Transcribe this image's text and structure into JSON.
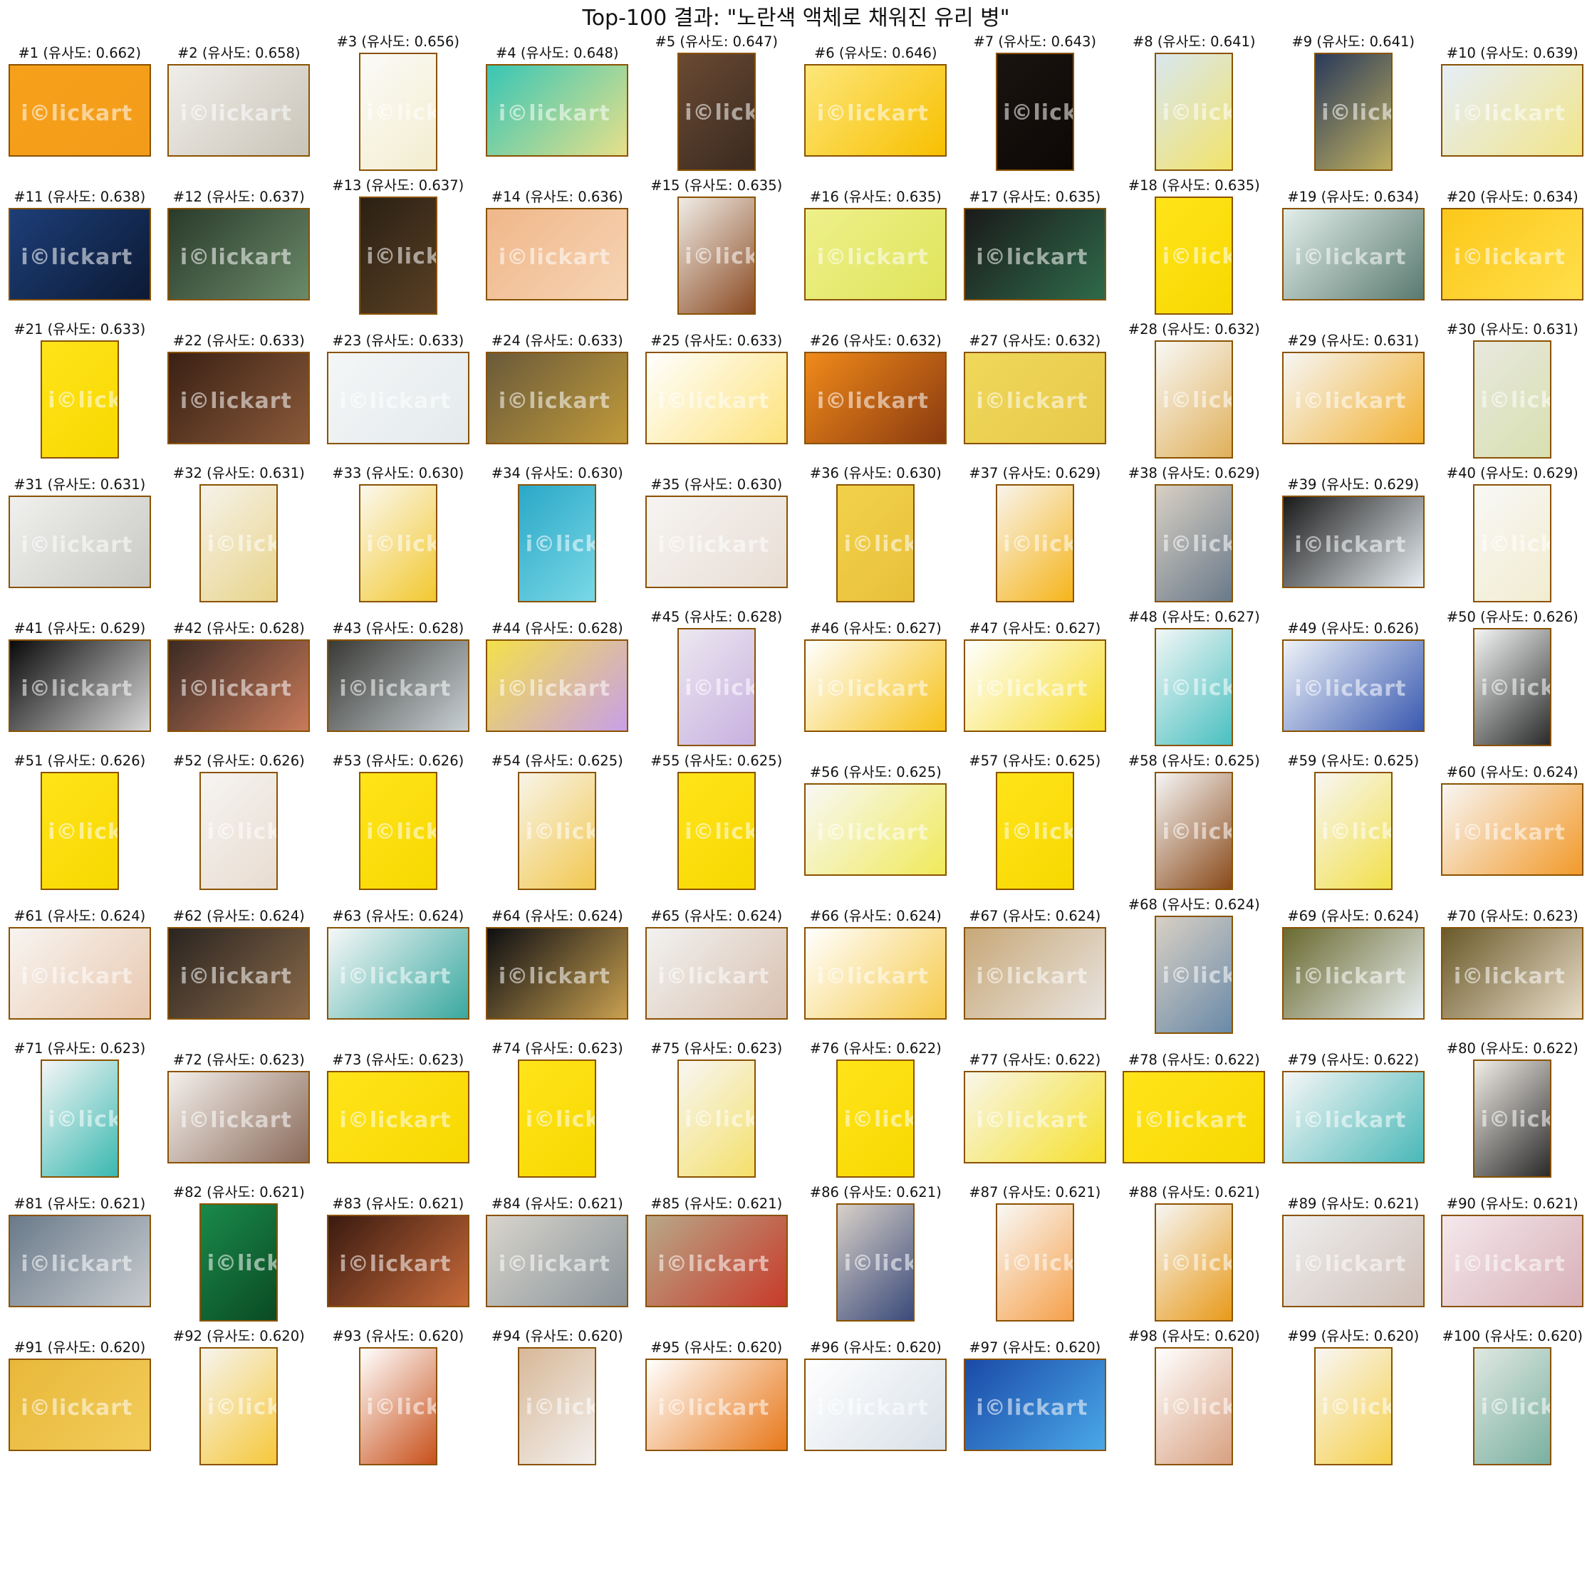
{
  "title": "Top-100 결과: \"노란색 액체로 채워진 유리 병\"",
  "results": [
    {
      "rank": "#1",
      "label": "#1 (유사도: 0.662)",
      "orient": "land",
      "fill": [
        "#f7a01a",
        "#f39c1a"
      ]
    },
    {
      "rank": "#2",
      "label": "#2 (유사도: 0.658)",
      "orient": "land",
      "fill": [
        "#f0eeea",
        "#c9c4b8"
      ]
    },
    {
      "rank": "#3",
      "label": "#3 (유사도: 0.656)",
      "orient": "port",
      "fill": [
        "#fbfbf8",
        "#f3edcf"
      ]
    },
    {
      "rank": "#4",
      "label": "#4 (유사도: 0.648)",
      "orient": "land",
      "fill": [
        "#38c6b5",
        "#e6e08a"
      ]
    },
    {
      "rank": "#5",
      "label": "#5 (유사도: 0.647)",
      "orient": "port",
      "fill": [
        "#6a4a33",
        "#3a2a20"
      ]
    },
    {
      "rank": "#6",
      "label": "#6 (유사도: 0.646)",
      "orient": "land",
      "fill": [
        "#fde67a",
        "#f7c000"
      ]
    },
    {
      "rank": "#7",
      "label": "#7 (유사도: 0.643)",
      "orient": "port",
      "fill": [
        "#1a1410",
        "#0c0806"
      ]
    },
    {
      "rank": "#8",
      "label": "#8 (유사도: 0.641)",
      "orient": "port",
      "fill": [
        "#d9e7ef",
        "#f2e36a"
      ]
    },
    {
      "rank": "#9",
      "label": "#9 (유사도: 0.641)",
      "orient": "port",
      "fill": [
        "#2a3a5a",
        "#c0b060"
      ]
    },
    {
      "rank": "#10",
      "label": "#10 (유사도: 0.639)",
      "orient": "land",
      "fill": [
        "#e5eef7",
        "#f2e58a"
      ]
    },
    {
      "rank": "#11",
      "label": "#11 (유사도: 0.638)",
      "orient": "land",
      "fill": [
        "#1d3e78",
        "#0c1a34"
      ]
    },
    {
      "rank": "#12",
      "label": "#12 (유사도: 0.637)",
      "orient": "land",
      "fill": [
        "#2a3a2a",
        "#6a8a6a"
      ]
    },
    {
      "rank": "#13",
      "label": "#13 (유사도: 0.637)",
      "orient": "port",
      "fill": [
        "#2a2014",
        "#5a4024"
      ]
    },
    {
      "rank": "#14",
      "label": "#14 (유사도: 0.636)",
      "orient": "land",
      "fill": [
        "#f0b78a",
        "#f6d4b4"
      ]
    },
    {
      "rank": "#15",
      "label": "#15 (유사도: 0.635)",
      "orient": "port",
      "fill": [
        "#f0ece6",
        "#8a4a22"
      ]
    },
    {
      "rank": "#16",
      "label": "#16 (유사도: 0.635)",
      "orient": "land",
      "fill": [
        "#eef08a",
        "#dfe45a"
      ]
    },
    {
      "rank": "#17",
      "label": "#17 (유사도: 0.635)",
      "orient": "land",
      "fill": [
        "#1a1a1a",
        "#2f6a4a"
      ]
    },
    {
      "rank": "#18",
      "label": "#18 (유사도: 0.635)",
      "orient": "port",
      "fill": [
        "#ffe41a",
        "#f7d800"
      ]
    },
    {
      "rank": "#19",
      "label": "#19 (유사도: 0.634)",
      "orient": "land",
      "fill": [
        "#e2eeea",
        "#5a7a70"
      ]
    },
    {
      "rank": "#20",
      "label": "#20 (유사도: 0.634)",
      "orient": "land",
      "fill": [
        "#fcc81a",
        "#ffdf4a"
      ]
    },
    {
      "rank": "#21",
      "label": "#21 (유사도: 0.633)",
      "orient": "port",
      "fill": [
        "#ffe41a",
        "#f7d800"
      ]
    },
    {
      "rank": "#22",
      "label": "#22 (유사도: 0.633)",
      "orient": "land",
      "fill": [
        "#3a2014",
        "#8a5a3a"
      ]
    },
    {
      "rank": "#23",
      "label": "#23 (유사도: 0.633)",
      "orient": "land",
      "fill": [
        "#f4f6f7",
        "#e4eaec"
      ]
    },
    {
      "rank": "#24",
      "label": "#24 (유사도: 0.633)",
      "orient": "land",
      "fill": [
        "#6a5a3a",
        "#c09a3a"
      ]
    },
    {
      "rank": "#25",
      "label": "#25 (유사도: 0.633)",
      "orient": "land",
      "fill": [
        "#ffffff",
        "#fde27a"
      ]
    },
    {
      "rank": "#26",
      "label": "#26 (유사도: 0.632)",
      "orient": "land",
      "fill": [
        "#f08a1a",
        "#8a3a10"
      ]
    },
    {
      "rank": "#27",
      "label": "#27 (유사도: 0.632)",
      "orient": "land",
      "fill": [
        "#f0d85a",
        "#e6c84a"
      ]
    },
    {
      "rank": "#28",
      "label": "#28 (유사도: 0.632)",
      "orient": "port",
      "fill": [
        "#f8f8f6",
        "#e0b05a"
      ]
    },
    {
      "rank": "#29",
      "label": "#29 (유사도: 0.631)",
      "orient": "land",
      "fill": [
        "#f6f6f4",
        "#f2b030"
      ]
    },
    {
      "rank": "#30",
      "label": "#30 (유사도: 0.631)",
      "orient": "port",
      "fill": [
        "#e8e8de",
        "#d8e0b0"
      ]
    },
    {
      "rank": "#31",
      "label": "#31 (유사도: 0.631)",
      "orient": "land",
      "fill": [
        "#f0f0ee",
        "#c8c8c4"
      ]
    },
    {
      "rank": "#32",
      "label": "#32 (유사도: 0.631)",
      "orient": "port",
      "fill": [
        "#f6f2ea",
        "#e8d48a"
      ]
    },
    {
      "rank": "#33",
      "label": "#33 (유사도: 0.630)",
      "orient": "port",
      "fill": [
        "#fbf8ee",
        "#f2c830"
      ]
    },
    {
      "rank": "#34",
      "label": "#34 (유사도: 0.630)",
      "orient": "port",
      "fill": [
        "#2aa8c8",
        "#7ad8e6"
      ]
    },
    {
      "rank": "#35",
      "label": "#35 (유사도: 0.630)",
      "orient": "land",
      "fill": [
        "#f6f4f2",
        "#e8ddd4"
      ]
    },
    {
      "rank": "#36",
      "label": "#36 (유사도: 0.630)",
      "orient": "port",
      "fill": [
        "#f2d24a",
        "#e8c03a"
      ]
    },
    {
      "rank": "#37",
      "label": "#37 (유사도: 0.629)",
      "orient": "port",
      "fill": [
        "#f8f4ec",
        "#f6b41a"
      ]
    },
    {
      "rank": "#38",
      "label": "#38 (유사도: 0.629)",
      "orient": "port",
      "fill": [
        "#d8d0c4",
        "#6a7a8a"
      ]
    },
    {
      "rank": "#39",
      "label": "#39 (유사도: 0.629)",
      "orient": "land",
      "fill": [
        "#1a1a1a",
        "#e8eef2"
      ]
    },
    {
      "rank": "#40",
      "label": "#40 (유사도: 0.629)",
      "orient": "port",
      "fill": [
        "#f8f8f6",
        "#f2ecd0"
      ]
    },
    {
      "rank": "#41",
      "label": "#41 (유사도: 0.629)",
      "orient": "land",
      "fill": [
        "#0a0a0a",
        "#d8d8d8"
      ]
    },
    {
      "rank": "#42",
      "label": "#42 (유사도: 0.628)",
      "orient": "land",
      "fill": [
        "#3a2a24",
        "#c87a5a"
      ]
    },
    {
      "rank": "#43",
      "label": "#43 (유사도: 0.628)",
      "orient": "land",
      "fill": [
        "#3a3a36",
        "#c8d0d4"
      ]
    },
    {
      "rank": "#44",
      "label": "#44 (유사도: 0.628)",
      "orient": "land",
      "fill": [
        "#f4e04a",
        "#c8a0e8"
      ]
    },
    {
      "rank": "#45",
      "label": "#45 (유사도: 0.628)",
      "orient": "port",
      "fill": [
        "#ece8f0",
        "#c8b0e0"
      ]
    },
    {
      "rank": "#46",
      "label": "#46 (유사도: 0.627)",
      "orient": "land",
      "fill": [
        "#ffffff",
        "#f6c21a"
      ]
    },
    {
      "rank": "#47",
      "label": "#47 (유사도: 0.627)",
      "orient": "land",
      "fill": [
        "#ffffff",
        "#f6dc2a"
      ]
    },
    {
      "rank": "#48",
      "label": "#48 (유사도: 0.627)",
      "orient": "port",
      "fill": [
        "#f2f6f6",
        "#4ac0c0"
      ]
    },
    {
      "rank": "#49",
      "label": "#49 (유사도: 0.626)",
      "orient": "land",
      "fill": [
        "#eef2f8",
        "#3a5ab0"
      ]
    },
    {
      "rank": "#50",
      "label": "#50 (유사도: 0.626)",
      "orient": "port",
      "fill": [
        "#f4f6f6",
        "#2a2a2a"
      ]
    },
    {
      "rank": "#51",
      "label": "#51 (유사도: 0.626)",
      "orient": "port",
      "fill": [
        "#ffe41a",
        "#f7d800"
      ]
    },
    {
      "rank": "#52",
      "label": "#52 (유사도: 0.626)",
      "orient": "port",
      "fill": [
        "#f6f4f2",
        "#e8dcd0"
      ]
    },
    {
      "rank": "#53",
      "label": "#53 (유사도: 0.626)",
      "orient": "port",
      "fill": [
        "#ffe41a",
        "#f7d800"
      ]
    },
    {
      "rank": "#54",
      "label": "#54 (유사도: 0.625)",
      "orient": "port",
      "fill": [
        "#f8f4e8",
        "#f2c850"
      ]
    },
    {
      "rank": "#55",
      "label": "#55 (유사도: 0.625)",
      "orient": "port",
      "fill": [
        "#ffe41a",
        "#f7d800"
      ]
    },
    {
      "rank": "#56",
      "label": "#56 (유사도: 0.625)",
      "orient": "land",
      "fill": [
        "#f8f8f6",
        "#f0ea5a"
      ]
    },
    {
      "rank": "#57",
      "label": "#57 (유사도: 0.625)",
      "orient": "port",
      "fill": [
        "#ffe41a",
        "#f7d800"
      ]
    },
    {
      "rank": "#58",
      "label": "#58 (유사도: 0.625)",
      "orient": "port",
      "fill": [
        "#f6f6f6",
        "#8a4a1a"
      ]
    },
    {
      "rank": "#59",
      "label": "#59 (유사도: 0.625)",
      "orient": "port",
      "fill": [
        "#f8f6f4",
        "#f2e04a"
      ]
    },
    {
      "rank": "#60",
      "label": "#60 (유사도: 0.624)",
      "orient": "land",
      "fill": [
        "#f8f6f4",
        "#f29a2a"
      ]
    },
    {
      "rank": "#61",
      "label": "#61 (유사도: 0.624)",
      "orient": "land",
      "fill": [
        "#f8f4f0",
        "#e8c8b0"
      ]
    },
    {
      "rank": "#62",
      "label": "#62 (유사도: 0.624)",
      "orient": "land",
      "fill": [
        "#2a2420",
        "#8a6a4a"
      ]
    },
    {
      "rank": "#63",
      "label": "#63 (유사도: 0.624)",
      "orient": "land",
      "fill": [
        "#f6f8f8",
        "#3aa8a0"
      ]
    },
    {
      "rank": "#64",
      "label": "#64 (유사도: 0.624)",
      "orient": "land",
      "fill": [
        "#0e0e12",
        "#c8a050"
      ]
    },
    {
      "rank": "#65",
      "label": "#65 (유사도: 0.624)",
      "orient": "land",
      "fill": [
        "#f2f2f0",
        "#d8c0b0"
      ]
    },
    {
      "rank": "#66",
      "label": "#66 (유사도: 0.624)",
      "orient": "land",
      "fill": [
        "#ffffff",
        "#f6ca4a"
      ]
    },
    {
      "rank": "#67",
      "label": "#67 (유사도: 0.624)",
      "orient": "land",
      "fill": [
        "#c8a878",
        "#e8e4e0"
      ]
    },
    {
      "rank": "#68",
      "label": "#68 (유사도: 0.624)",
      "orient": "port",
      "fill": [
        "#d8d0c4",
        "#6a8aa8"
      ]
    },
    {
      "rank": "#69",
      "label": "#69 (유사도: 0.624)",
      "orient": "land",
      "fill": [
        "#6a6a30",
        "#e8eef0"
      ]
    },
    {
      "rank": "#70",
      "label": "#70 (유사도: 0.623)",
      "orient": "land",
      "fill": [
        "#6a5a2a",
        "#e8dcc8"
      ]
    },
    {
      "rank": "#71",
      "label": "#71 (유사도: 0.623)",
      "orient": "port",
      "fill": [
        "#f4f6f6",
        "#3ab8b0"
      ]
    },
    {
      "rank": "#72",
      "label": "#72 (유사도: 0.623)",
      "orient": "land",
      "fill": [
        "#f4f0ec",
        "#8a6a5a"
      ]
    },
    {
      "rank": "#73",
      "label": "#73 (유사도: 0.623)",
      "orient": "land",
      "fill": [
        "#ffe41a",
        "#f7d800"
      ]
    },
    {
      "rank": "#74",
      "label": "#74 (유사도: 0.623)",
      "orient": "port",
      "fill": [
        "#ffe41a",
        "#f7d800"
      ]
    },
    {
      "rank": "#75",
      "label": "#75 (유사도: 0.623)",
      "orient": "port",
      "fill": [
        "#f8f6f4",
        "#f4e06a"
      ]
    },
    {
      "rank": "#76",
      "label": "#76 (유사도: 0.622)",
      "orient": "port",
      "fill": [
        "#ffe41a",
        "#f7d800"
      ]
    },
    {
      "rank": "#77",
      "label": "#77 (유사도: 0.622)",
      "orient": "land",
      "fill": [
        "#f8f6ea",
        "#f6e02a"
      ]
    },
    {
      "rank": "#78",
      "label": "#78 (유사도: 0.622)",
      "orient": "land",
      "fill": [
        "#ffe41a",
        "#f7d800"
      ]
    },
    {
      "rank": "#79",
      "label": "#79 (유사도: 0.622)",
      "orient": "land",
      "fill": [
        "#f6f6f6",
        "#4ab8b8"
      ]
    },
    {
      "rank": "#80",
      "label": "#80 (유사도: 0.622)",
      "orient": "port",
      "fill": [
        "#f2eee8",
        "#2a2a2a"
      ]
    },
    {
      "rank": "#81",
      "label": "#81 (유사도: 0.621)",
      "orient": "land",
      "fill": [
        "#6a7a8a",
        "#c8ccd0"
      ]
    },
    {
      "rank": "#82",
      "label": "#82 (유사도: 0.621)",
      "orient": "port",
      "fill": [
        "#1a8a4a",
        "#0a4a24"
      ]
    },
    {
      "rank": "#83",
      "label": "#83 (유사도: 0.621)",
      "orient": "land",
      "fill": [
        "#3a1a10",
        "#c86a3a"
      ]
    },
    {
      "rank": "#84",
      "label": "#84 (유사도: 0.621)",
      "orient": "land",
      "fill": [
        "#d8d4cc",
        "#8a949a"
      ]
    },
    {
      "rank": "#85",
      "label": "#85 (유사도: 0.621)",
      "orient": "land",
      "fill": [
        "#b8a888",
        "#c83a2a"
      ]
    },
    {
      "rank": "#86",
      "label": "#86 (유사도: 0.621)",
      "orient": "port",
      "fill": [
        "#d8d0c8",
        "#3a4a7a"
      ]
    },
    {
      "rank": "#87",
      "label": "#87 (유사도: 0.621)",
      "orient": "port",
      "fill": [
        "#f8f8f6",
        "#f6a04a"
      ]
    },
    {
      "rank": "#88",
      "label": "#88 (유사도: 0.621)",
      "orient": "port",
      "fill": [
        "#f6f6f4",
        "#e89a1a"
      ]
    },
    {
      "rank": "#89",
      "label": "#89 (유사도: 0.621)",
      "orient": "land",
      "fill": [
        "#eeeeee",
        "#d0c0b8"
      ]
    },
    {
      "rank": "#90",
      "label": "#90 (유사도: 0.621)",
      "orient": "land",
      "fill": [
        "#f4e8ec",
        "#d8b0b8"
      ]
    },
    {
      "rank": "#91",
      "label": "#91 (유사도: 0.620)",
      "orient": "land",
      "fill": [
        "#e8b83a",
        "#f2cc5a"
      ]
    },
    {
      "rank": "#92",
      "label": "#92 (유사도: 0.620)",
      "orient": "port",
      "fill": [
        "#f6f4ee",
        "#f6c83a"
      ]
    },
    {
      "rank": "#93",
      "label": "#93 (유사도: 0.620)",
      "orient": "port",
      "fill": [
        "#ffffff",
        "#c8501a"
      ]
    },
    {
      "rank": "#94",
      "label": "#94 (유사도: 0.620)",
      "orient": "port",
      "fill": [
        "#d8b898",
        "#f2f0ee"
      ]
    },
    {
      "rank": "#95",
      "label": "#95 (유사도: 0.620)",
      "orient": "land",
      "fill": [
        "#ffffff",
        "#e8781a"
      ]
    },
    {
      "rank": "#96",
      "label": "#96 (유사도: 0.620)",
      "orient": "land",
      "fill": [
        "#ffffff",
        "#d8e0e8"
      ]
    },
    {
      "rank": "#97",
      "label": "#97 (유사도: 0.620)",
      "orient": "land",
      "fill": [
        "#1a4aa8",
        "#4aa8e8"
      ]
    },
    {
      "rank": "#98",
      "label": "#98 (유사도: 0.620)",
      "orient": "port",
      "fill": [
        "#ffffff",
        "#d8a080"
      ]
    },
    {
      "rank": "#99",
      "label": "#99 (유사도: 0.620)",
      "orient": "port",
      "fill": [
        "#f8f6f4",
        "#f6d04a"
      ]
    },
    {
      "rank": "#100",
      "label": "#100 (유사도: 0.620)",
      "orient": "port",
      "fill": [
        "#dfe8e2",
        "#7ab0a0"
      ]
    }
  ],
  "watermark": "i©lickart",
  "frame_color": "#8a5200"
}
